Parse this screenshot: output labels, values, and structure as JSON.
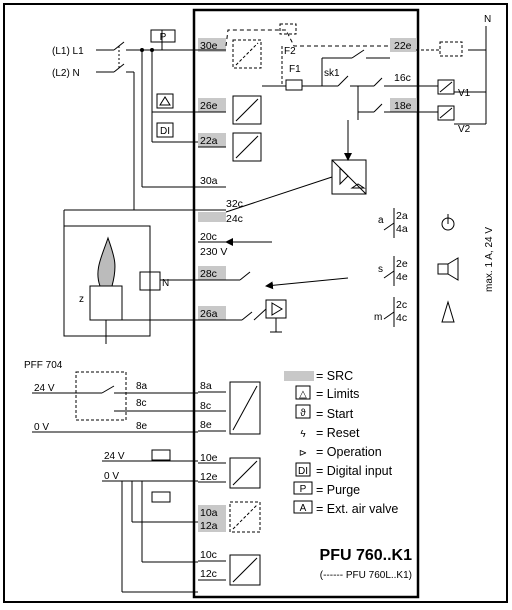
{
  "inputs": {
    "l1": "(L1) L1",
    "n": "(L2) N",
    "neutral": "N"
  },
  "terminals": {
    "t30e": "30e",
    "t26e": "26e",
    "t22a": "22a",
    "t30a": "30a",
    "t32c": "32c",
    "t24c": "24c",
    "t20c": "20c",
    "v230": "230 V",
    "t28c": "28c",
    "t26a": "26a",
    "t8a": "8a",
    "t8c": "8c",
    "t8e": "8e",
    "t10e": "10e",
    "t12e": "12e",
    "t10a": "10a",
    "t12a": "12a",
    "t10c": "10c",
    "t12c": "12c",
    "t22e": "22e",
    "t16c": "16c",
    "t18e": "18e",
    "t2a": "2a",
    "t4a": "4a",
    "t2e": "2e",
    "t4e": "4e",
    "t2c": "2c",
    "t4c": "4c"
  },
  "components": {
    "f1": "F1",
    "f2": "F2",
    "sk1": "sk1",
    "v1": "V1",
    "v2": "V2",
    "pff": "PFF 704",
    "pff_24v": "24 V",
    "pff_0v": "0 V",
    "pff_8a": "8a",
    "pff_8c": "8c",
    "pff_8e": "8e",
    "in_24v": "24 V",
    "in_0v": "0 V",
    "relay_n": "N",
    "contact_a": "a",
    "contact_s": "s",
    "contact_m": "m",
    "rating": "max. 1 A, 24 V",
    "flame_z": "z"
  },
  "legend": [
    {
      "symbol": "",
      "text": "= SRC"
    },
    {
      "symbol": "△",
      "text": "= Limits"
    },
    {
      "symbol": "ϑ",
      "text": "= Start"
    },
    {
      "symbol": "ϟ",
      "text": "= Reset"
    },
    {
      "symbol": "⊳",
      "text": "= Operation"
    },
    {
      "symbol": "DI",
      "text": "= Digital input"
    },
    {
      "symbol": "P",
      "text": "= Purge"
    },
    {
      "symbol": "A",
      "text": "= Ext. air valve"
    }
  ],
  "title": "PFU 760..K1",
  "subtitle": "(------ PFU 760L..K1)",
  "colors": {
    "src_fill": "#c8c8c8",
    "line": "#000000"
  }
}
